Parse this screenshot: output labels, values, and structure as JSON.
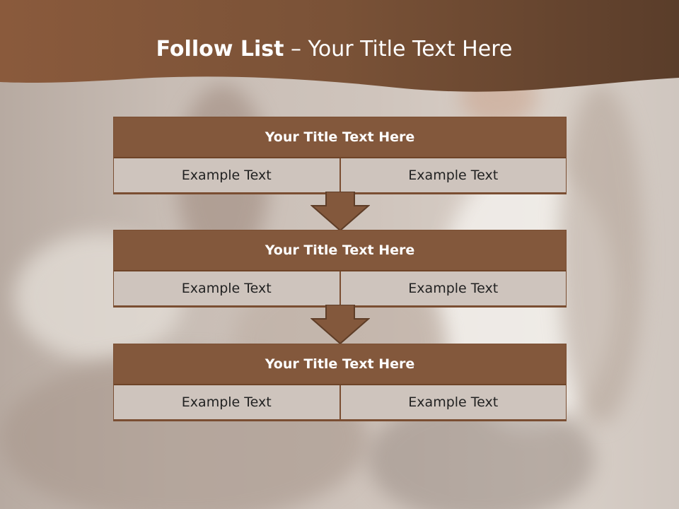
{
  "header": {
    "title_bold": "Follow List",
    "title_rest": " – Your Title Text Here"
  },
  "steps": [
    {
      "title": "Your Title Text Here",
      "left": "Example Text",
      "right": "Example Text"
    },
    {
      "title": "Your Title Text Here",
      "left": "Example Text",
      "right": "Example Text"
    },
    {
      "title": "Your Title Text Here",
      "left": "Example Text",
      "right": "Example Text"
    }
  ],
  "colors": {
    "header_brown": "#6b4830",
    "box_header": "#83583c",
    "box_body": "#cec4bd",
    "border": "#7a4e32"
  },
  "icons": {
    "connector": "down-arrow-icon"
  }
}
